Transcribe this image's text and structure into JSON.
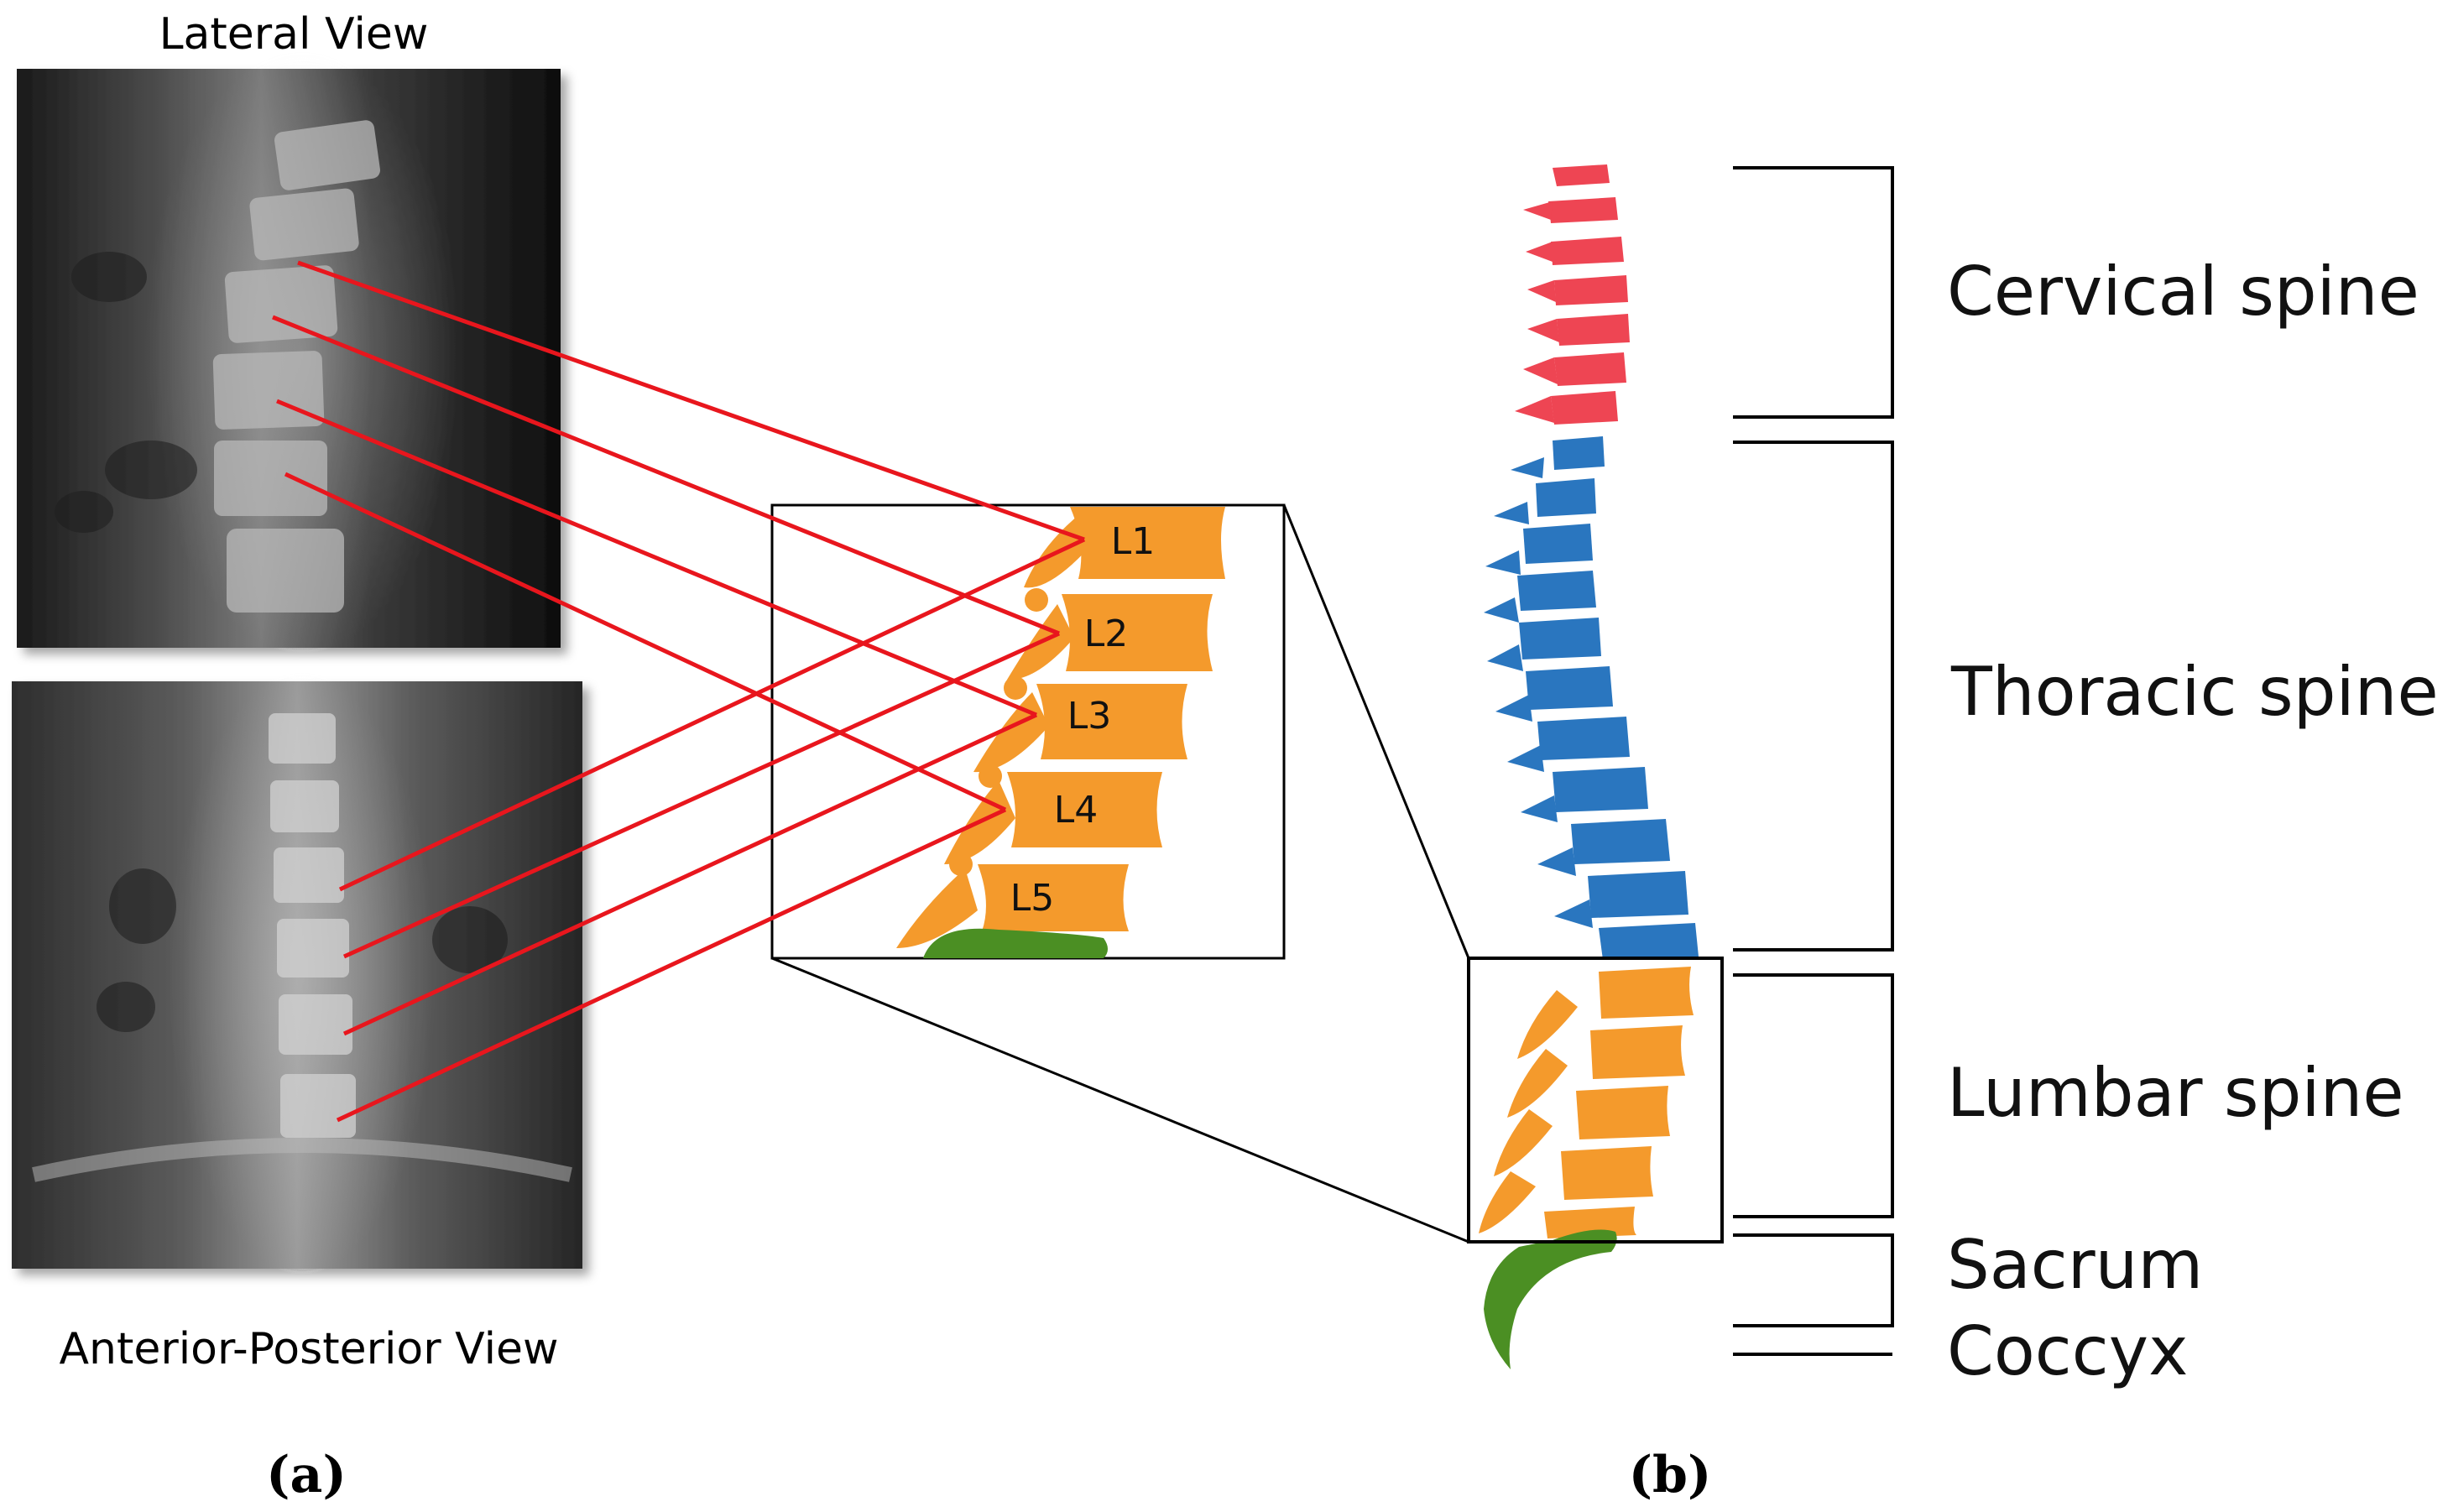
{
  "panel_a": {
    "top_label": "Lateral View",
    "bottom_label": "Anterior-Posterior View",
    "caption": "(a)",
    "vertebra_labels": [
      "L1",
      "L2",
      "L3",
      "L4",
      "L5"
    ]
  },
  "panel_b": {
    "caption": "(b)",
    "regions": [
      "Cervical spine",
      "Thoracic spine",
      "Lumbar spine",
      "Sacrum",
      "Coccyx"
    ]
  },
  "colors": {
    "cervical": "#ee4553",
    "thoracic": "#2a76bf",
    "lumbar": "#f49a2c",
    "sacrum": "#4b8f23",
    "connector": "#e8161d",
    "frame": "#000000"
  },
  "icons": {
    "xray_lateral": "lateral-xray-image",
    "xray_ap": "anterior-posterior-xray-image"
  }
}
